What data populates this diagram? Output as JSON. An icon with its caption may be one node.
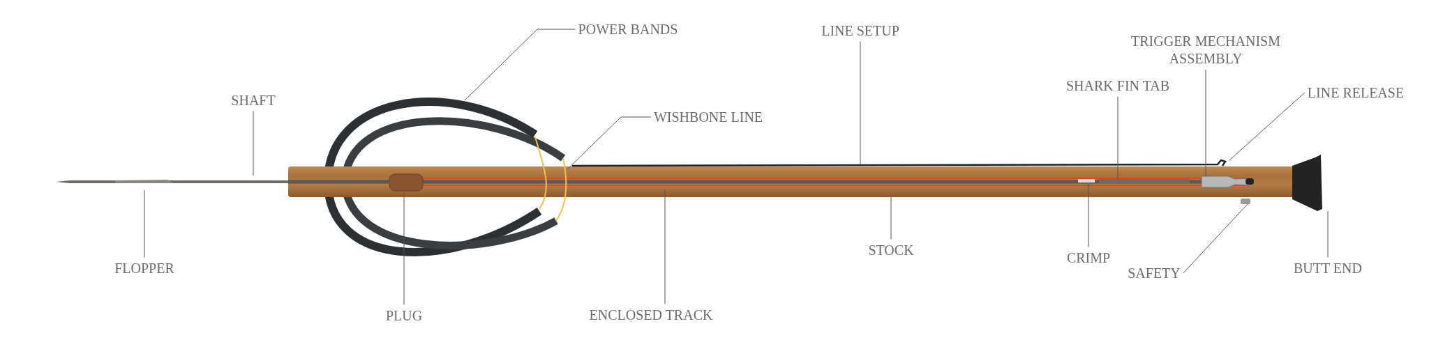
{
  "diagram": {
    "nodes": [
      {
        "text": [
          "SHAFT"
        ]
      },
      {
        "text": [
          "FLOPPER"
        ]
      },
      {
        "text": [
          "POWER BANDS"
        ]
      },
      {
        "text": [
          "WISHBONE LINE"
        ]
      },
      {
        "text": [
          "PLUG"
        ]
      },
      {
        "text": [
          "ENCLOSED TRACK"
        ]
      },
      {
        "text": [
          "LINE SETUP"
        ]
      },
      {
        "text": [
          "STOCK"
        ]
      },
      {
        "text": [
          "SHARK FIN TAB"
        ]
      },
      {
        "text": [
          "TRIGGER MECHANISM ASSEMBLY"
        ]
      },
      {
        "text": [
          "LINE RELEASE"
        ]
      },
      {
        "text": [
          "CRIMP"
        ]
      },
      {
        "text": [
          "SAFETY"
        ]
      },
      {
        "text": [
          "BUTT END"
        ]
      }
    ],
    "edges": [
      {
        "from": 0,
        "to": null,
        "arrow": "none"
      },
      {
        "from": 1,
        "to": null,
        "arrow": "none"
      },
      {
        "from": 2,
        "to": null,
        "arrow": "none"
      },
      {
        "from": 3,
        "to": null,
        "arrow": "none"
      },
      {
        "from": 4,
        "to": null,
        "arrow": "none"
      },
      {
        "from": 5,
        "to": null,
        "arrow": "none"
      },
      {
        "from": 6,
        "to": null,
        "arrow": "none"
      },
      {
        "from": 7,
        "to": null,
        "arrow": "none"
      },
      {
        "from": 8,
        "to": null,
        "arrow": "none"
      },
      {
        "from": 9,
        "to": null,
        "arrow": "none"
      },
      {
        "from": 10,
        "to": null,
        "arrow": "none"
      },
      {
        "from": 11,
        "to": null,
        "arrow": "none"
      },
      {
        "from": 12,
        "to": null,
        "arrow": "none"
      },
      {
        "from": 13,
        "to": null,
        "arrow": "none"
      }
    ]
  }
}
